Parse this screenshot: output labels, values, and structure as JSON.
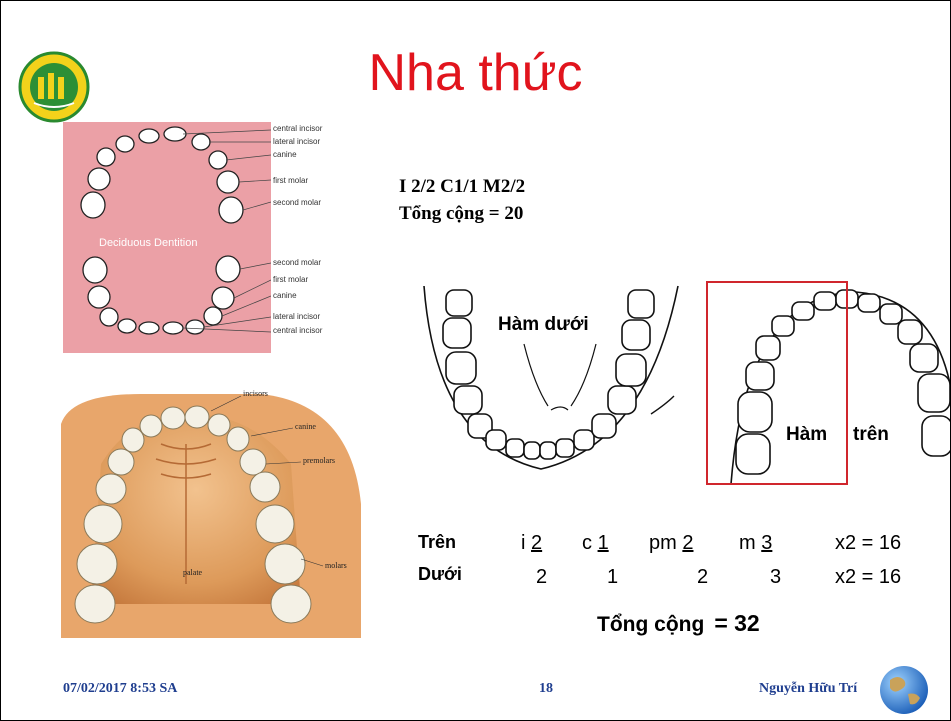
{
  "slide": {
    "title": "Nha thức",
    "formula_line1": "I 2/2 C1/1 M2/2",
    "formula_line2": "Tổng cộng = 20"
  },
  "deciduous": {
    "center_label": "Deciduous Dentition",
    "labels_top": [
      "central incisor",
      "lateral incisor",
      "canine",
      "first molar",
      "second molar"
    ],
    "labels_bottom": [
      "second molar",
      "first molar",
      "canine",
      "lateral incisor",
      "central incisor"
    ]
  },
  "palate_image": {
    "labels": [
      "incisors",
      "canine",
      "premolars",
      "molars",
      "palate"
    ]
  },
  "arches": {
    "lower_label": "Hàm dưới",
    "upper_label_1": "Hàm",
    "upper_label_2": "trên"
  },
  "table": {
    "row1_label": "Trên",
    "row2_label": "Dưới",
    "row1": {
      "i_prefix": "i",
      "i": "2",
      "c_prefix": "c",
      "c": "1",
      "pm_prefix": "pm",
      "pm": "2",
      "m_prefix": "m",
      "m": "3",
      "mult": "x2 = 16"
    },
    "row2": {
      "i": "2",
      "c": "1",
      "pm": "2",
      "m": "3",
      "mult": "x2 = 16"
    },
    "total_label": "Tổng cộng",
    "total_value": "= 32"
  },
  "footer": {
    "date": "07/02/2017 8:53 SA",
    "page": "18",
    "author": "Nguyễn Hữu Trí"
  },
  "colors": {
    "title": "#e1141d",
    "footer": "#1f3e8f",
    "highlight_box": "#d0262d",
    "deciduous_bg": "#eba0a6"
  }
}
